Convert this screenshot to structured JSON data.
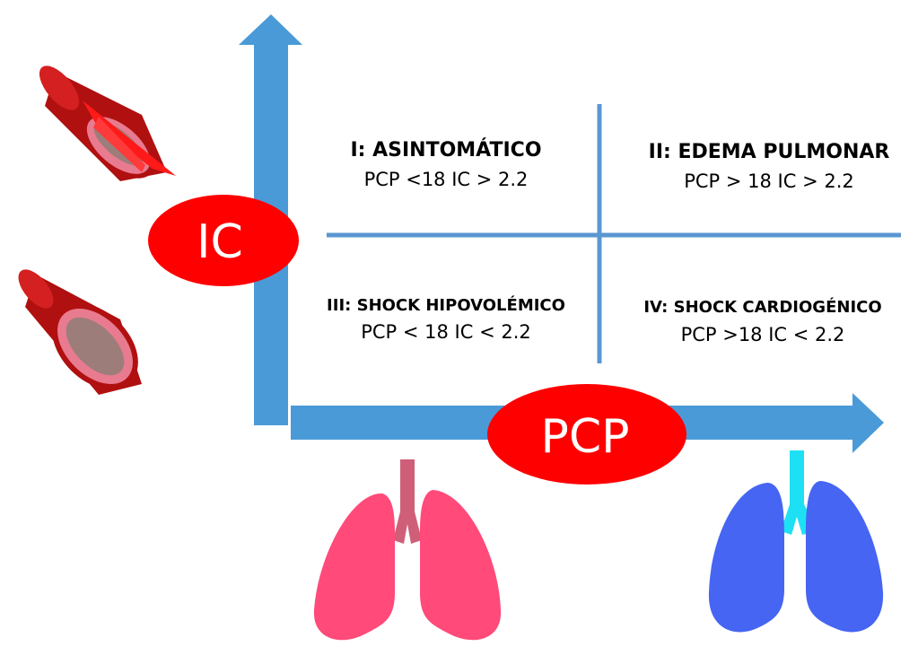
{
  "axes": {
    "y_label": "IC",
    "x_label": "PCP"
  },
  "quadrants": [
    {
      "title": "I: ASINTOMÁTICO",
      "formula": "PCP <18 IC > 2.2"
    },
    {
      "title": "II: EDEMA PULMONAR",
      "formula": "PCP > 18 IC > 2.2"
    },
    {
      "title": "III: SHOCK HIPOVOLÉMICO",
      "formula": "PCP < 18 IC < 2.2"
    },
    {
      "title": "IV: SHOCK CARDIOGÉNICO",
      "formula": "PCP >18 IC < 2.2"
    }
  ],
  "colors": {
    "axis": "#4a9ad8",
    "divider": "#5b97d1",
    "label_ellipse": "#ff0000",
    "vessel_outer": "#b01010",
    "vessel_inner": "#e87b8f",
    "vessel_lumen": "#9c7d79",
    "clot": "#ff1a1a",
    "lungs_pink": "#ff4a7a",
    "trachea_pink": "#cf5f78",
    "lungs_blue": "#4565f2",
    "trachea_cyan": "#1ee0f5"
  },
  "icons": {
    "vessel_constricted": "blood-vessel-constricted-icon",
    "vessel_normal": "blood-vessel-normal-icon",
    "lungs_pink": "lungs-pink-icon",
    "lungs_blue": "lungs-blue-icon"
  }
}
